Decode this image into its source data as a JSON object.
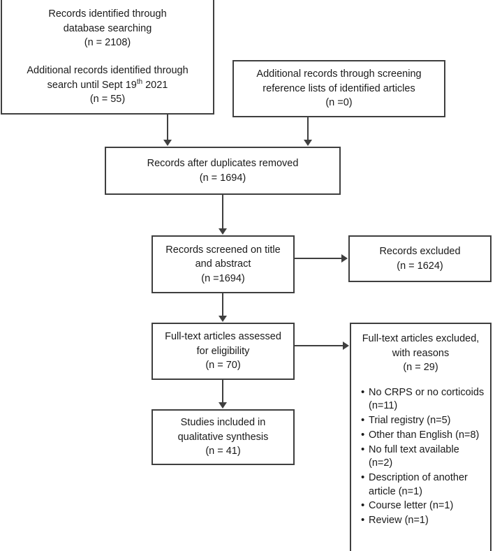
{
  "diagram": {
    "type": "prisma-flow-diagram",
    "colors": {
      "border": "#3f3f3f",
      "text": "#1a1a1a",
      "background": "#ffffff"
    }
  },
  "nodes": {
    "db_search": {
      "line1": "Records identified through",
      "line2": "database searching",
      "count": "(n = 2108)"
    },
    "additional_update": {
      "line1": "Additional records identified through",
      "line2_pre": "search until Sept 19",
      "line2_sup": "th",
      "line2_post": " 2021",
      "count": "(n = 55)"
    },
    "ref_screening": {
      "line1": "Additional records through screening",
      "line2": "reference lists of identified articles",
      "count": "(n =0)"
    },
    "duplicates_removed": {
      "line1": "Records after duplicates removed",
      "count": "(n = 1694)"
    },
    "screened": {
      "line1": "Records screened on title",
      "line2": "and abstract",
      "count": "(n =1694)"
    },
    "records_excluded": {
      "line1": "Records excluded",
      "count": "(n = 1624)"
    },
    "fulltext_assessed": {
      "line1": "Full-text articles assessed",
      "line2": "for eligibility",
      "count": "(n = 70)"
    },
    "fulltext_excluded": {
      "line1": "Full-text articles excluded,",
      "line2": "with reasons",
      "count": "(n = 29)",
      "reasons": [
        "No CRPS or no corticoids (n=11)",
        "Trial registry (n=5)",
        "Other than English (n=8)",
        "No full text available (n=2)",
        "Description of another article (n=1)",
        "Course letter (n=1)",
        "Review (n=1)"
      ]
    },
    "included": {
      "line1": "Studies included in",
      "line2": "qualitative synthesis",
      "count": "(n =  41)"
    }
  }
}
